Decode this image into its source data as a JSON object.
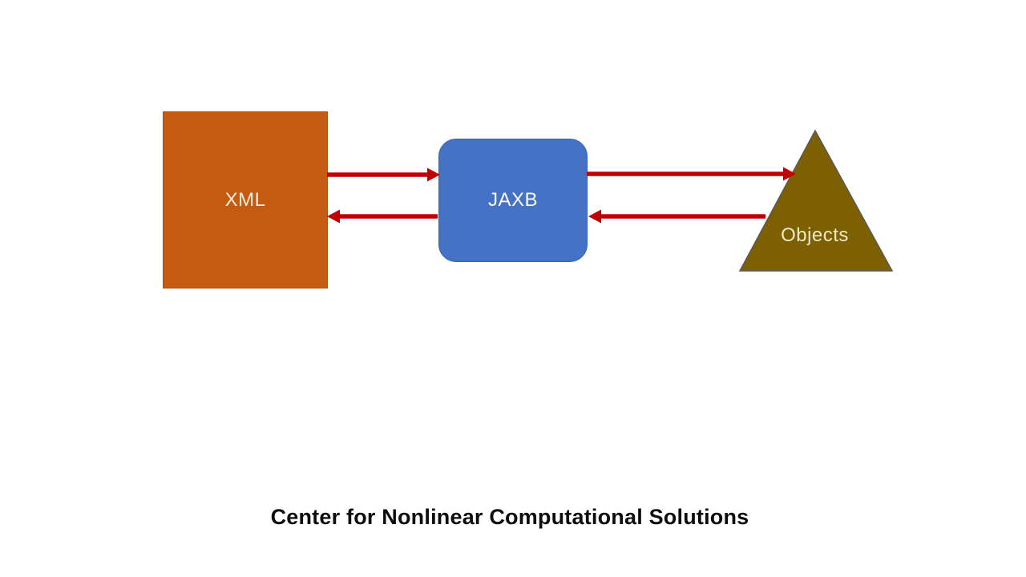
{
  "diagram": {
    "nodes": [
      {
        "id": "xml",
        "label": "XML",
        "shape": "rectangle",
        "fill": "#C55A11",
        "text_color": "#F5EEE3"
      },
      {
        "id": "jaxb",
        "label": "JAXB",
        "shape": "rounded-rectangle",
        "fill": "#4472C4",
        "border": "#3563AE",
        "text_color": "#FDFDFD"
      },
      {
        "id": "objects",
        "label": "Objects",
        "shape": "triangle",
        "fill": "#7D6002",
        "border": "#595959",
        "text_color": "#F0E8C6"
      }
    ],
    "connections": [
      {
        "from": "XML",
        "to": "JAXB",
        "direction": "right"
      },
      {
        "from": "JAXB",
        "to": "XML",
        "direction": "left"
      },
      {
        "from": "JAXB",
        "to": "Objects",
        "direction": "right"
      },
      {
        "from": "Objects",
        "to": "JAXB",
        "direction": "left"
      }
    ],
    "arrow_color": "#C00000",
    "triangle_stroke": "#595959"
  },
  "caption": {
    "text": "Center for Nonlinear Computational Solutions"
  }
}
